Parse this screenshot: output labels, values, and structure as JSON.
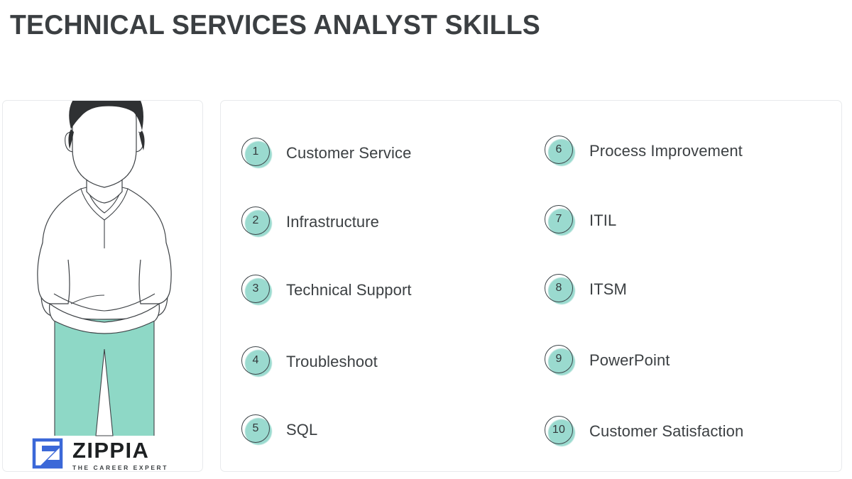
{
  "header": {
    "title": "TECHNICAL SERVICES ANALYST SKILLS"
  },
  "illustration": {
    "alt_name": "line-art-man-with-crossed-arms",
    "hair_color": "#2f3133",
    "pants_color": "#8ed8c6",
    "line_color": "#3e4246"
  },
  "logo": {
    "word": "ZIPPIA",
    "tagline": "THE CAREER EXPERT",
    "mark_color": "#3b68d8",
    "word_color": "#1d2022"
  },
  "theme": {
    "badge_fill": "#9adacf",
    "badge_ring": "#3c4448",
    "text": "#3c4043",
    "card_border": "#e8eaec",
    "background": "#ffffff"
  },
  "skills": {
    "left_column": [
      {
        "number": "1",
        "label": "Customer Service"
      },
      {
        "number": "2",
        "label": "Infrastructure"
      },
      {
        "number": "3",
        "label": "Technical Support"
      },
      {
        "number": "4",
        "label": "Troubleshoot"
      },
      {
        "number": "5",
        "label": "SQL"
      }
    ],
    "right_column": [
      {
        "number": "6",
        "label": "Process Improvement"
      },
      {
        "number": "7",
        "label": "ITIL"
      },
      {
        "number": "8",
        "label": "ITSM"
      },
      {
        "number": "9",
        "label": "PowerPoint"
      },
      {
        "number": "10",
        "label": "Customer Satisfaction"
      }
    ]
  }
}
